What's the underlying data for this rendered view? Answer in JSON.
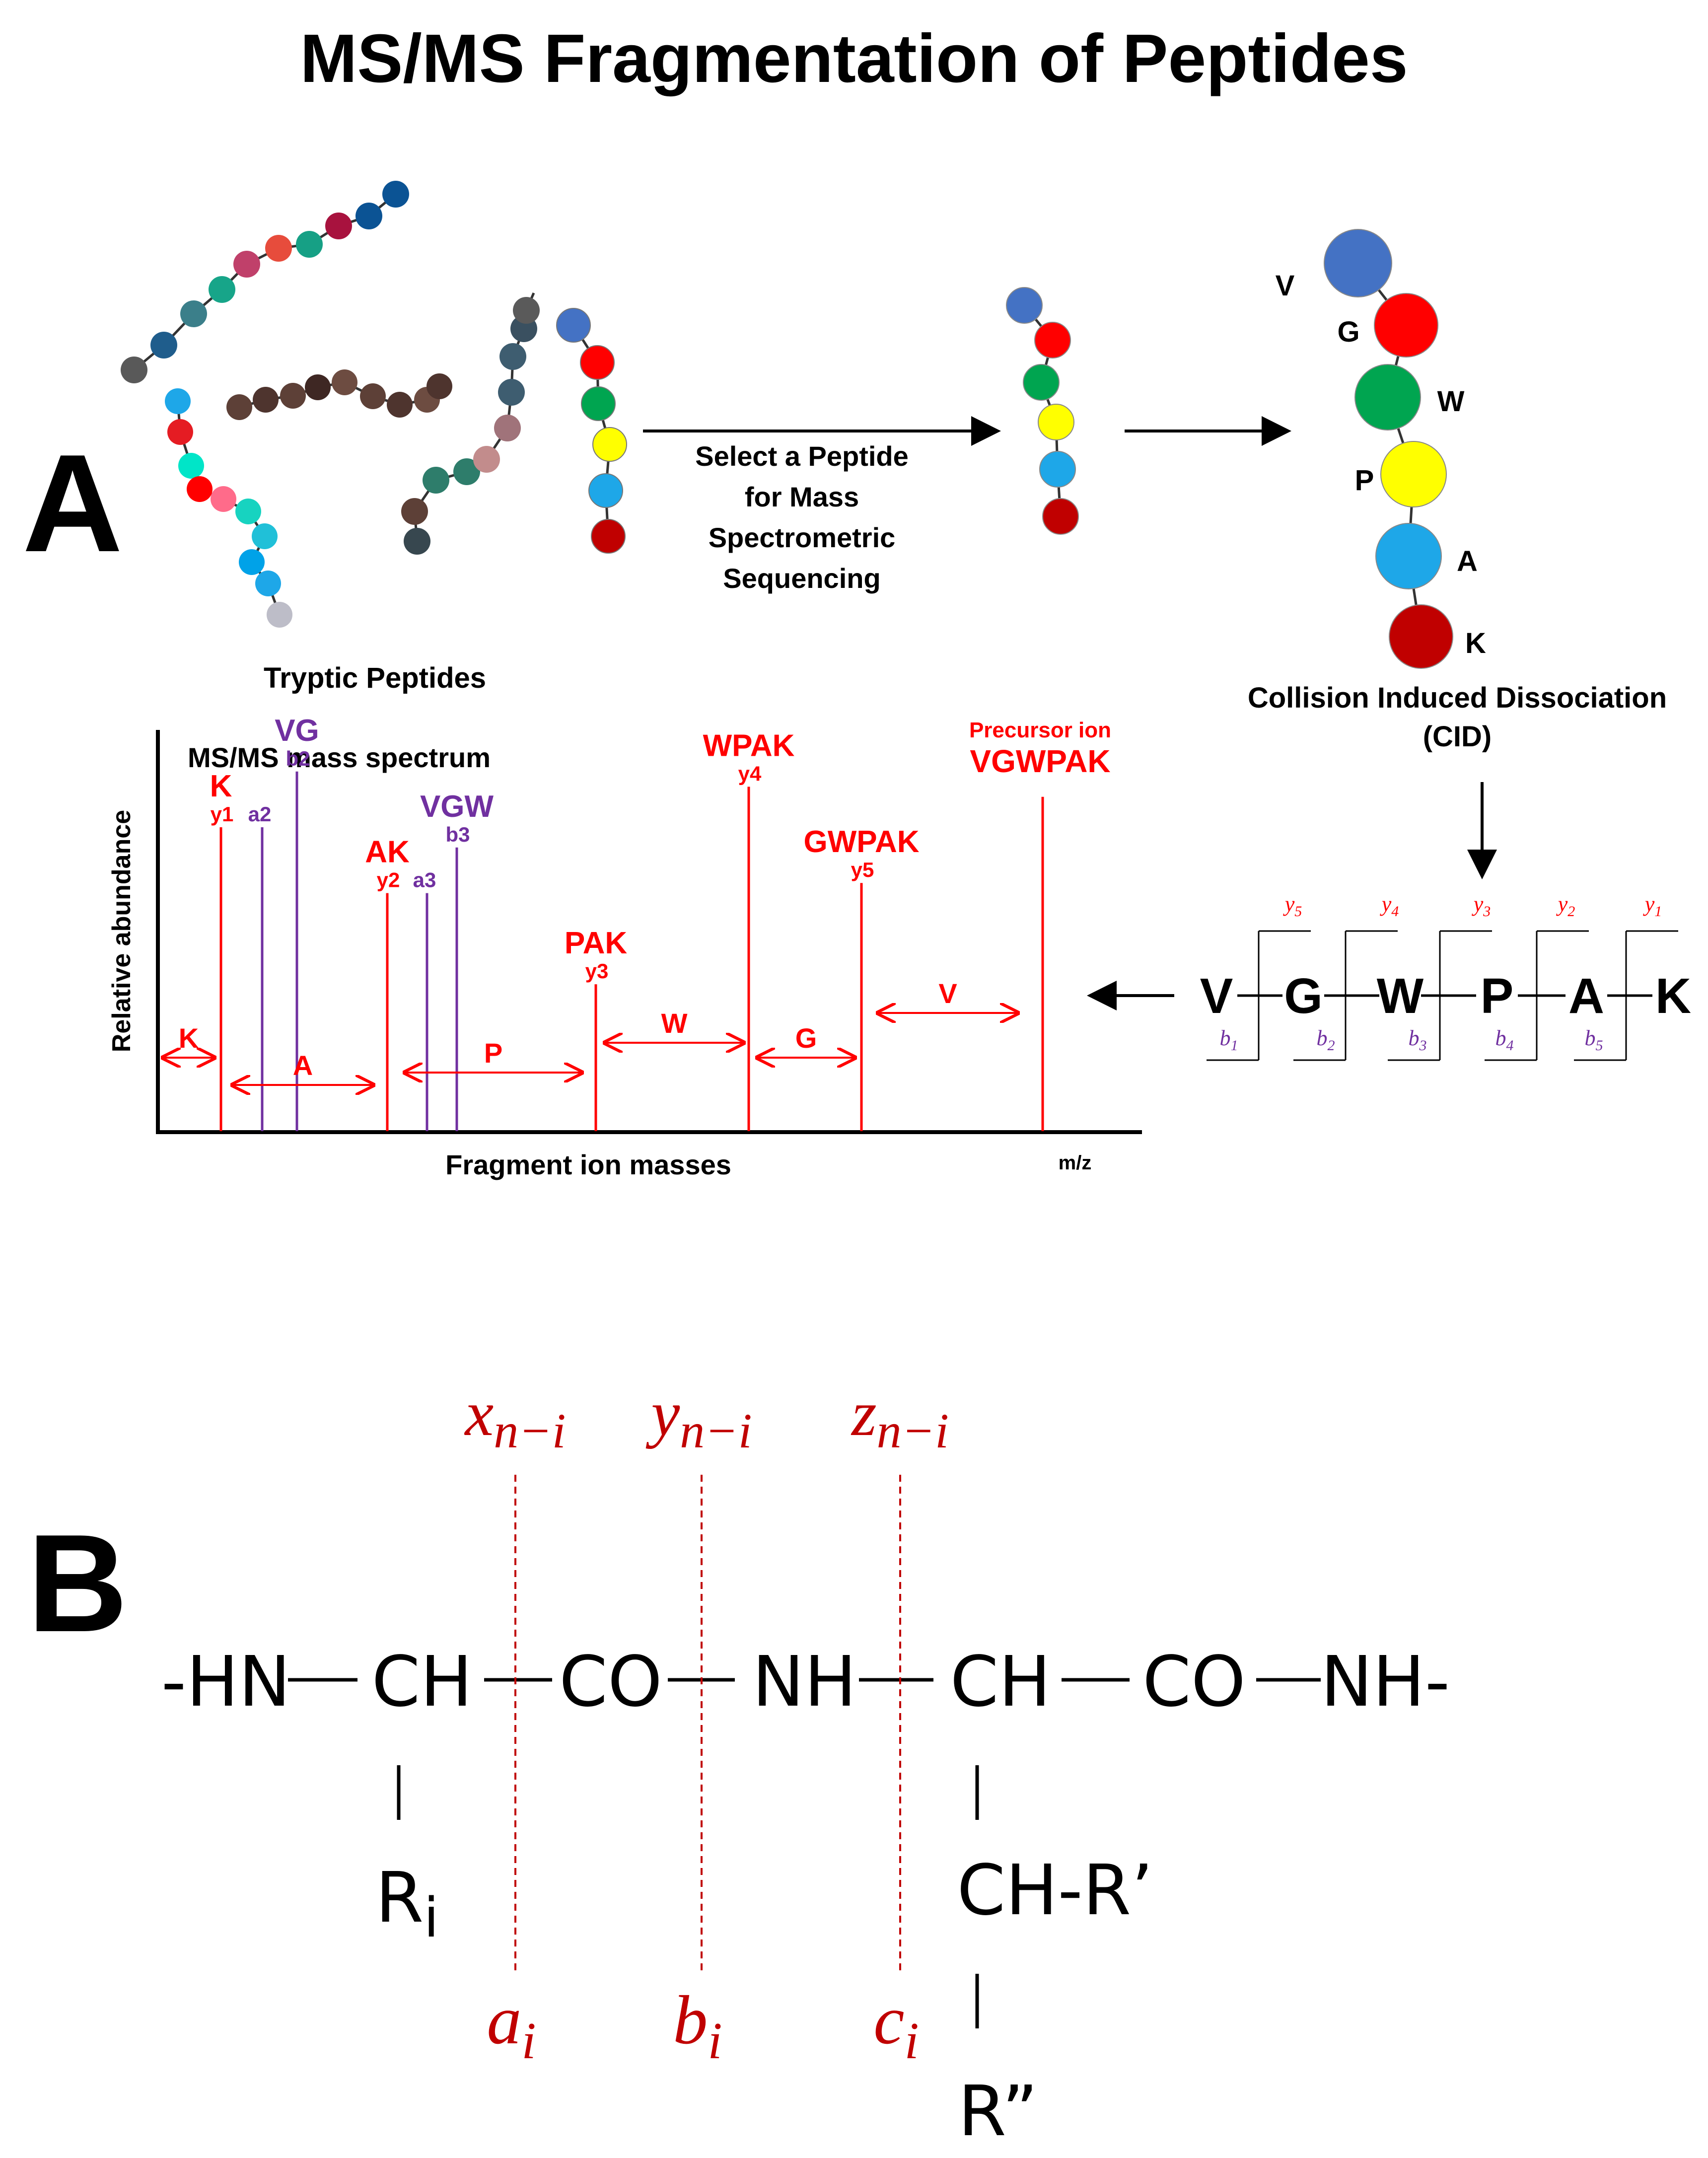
{
  "title": "MS/MS Fragmentation of Peptides",
  "colors": {
    "red_text": "#ff0000",
    "purple_text": "#7030a0",
    "dark_red": "#c00000",
    "spectrum_red": "#ff0000",
    "spectrum_purple": "#7030a0",
    "black": "#000000"
  },
  "panel_a": {
    "label": "A",
    "tryptic_label": "Tryptic Peptides",
    "select_label_lines": [
      "Select a Peptide",
      "for Mass",
      "Spectrometric",
      "Sequencing"
    ],
    "cid_label_lines": [
      "Collision Induced Dissociation",
      "(CID)"
    ],
    "cid_residues": [
      {
        "letter": "V",
        "color": "#4472c4"
      },
      {
        "letter": "G",
        "color": "#ff0000"
      },
      {
        "letter": "W",
        "color": "#00a550"
      },
      {
        "letter": "P",
        "color": "#ffff00"
      },
      {
        "letter": "A",
        "color": "#1ea7e8"
      },
      {
        "letter": "K",
        "color": "#c00000"
      }
    ],
    "selected_colors": [
      "#4472c4",
      "#ff0000",
      "#00a550",
      "#ffff00",
      "#1ea7e8",
      "#c00000"
    ],
    "sequence": [
      "V",
      "G",
      "W",
      "P",
      "A",
      "K"
    ],
    "y_ions": [
      "y5",
      "y4",
      "y3",
      "y2",
      "y1"
    ],
    "b_ions": [
      "b1",
      "b2",
      "b3",
      "b4",
      "b5"
    ],
    "spectrum": {
      "title": "MS/MS mass spectrum",
      "ylabel": "Relative abundance",
      "xlabel": "Fragment ion masses",
      "xunit": "m/z",
      "peaks": [
        {
          "ion": "y1",
          "fragment": "K",
          "relative_height": 0.6,
          "color": "red"
        },
        {
          "ion": "a2",
          "fragment": "",
          "relative_height": 0.6,
          "color": "purple"
        },
        {
          "ion": "b2",
          "fragment": "VG",
          "relative_height": 0.71,
          "color": "purple"
        },
        {
          "ion": "y2",
          "fragment": "AK",
          "relative_height": 0.47,
          "color": "red"
        },
        {
          "ion": "a3",
          "fragment": "",
          "relative_height": 0.47,
          "color": "purple"
        },
        {
          "ion": "b3",
          "fragment": "VGW",
          "relative_height": 0.56,
          "color": "purple"
        },
        {
          "ion": "y3",
          "fragment": "PAK",
          "relative_height": 0.29,
          "color": "red"
        },
        {
          "ion": "y4",
          "fragment": "WPAK",
          "relative_height": 0.68,
          "color": "red"
        },
        {
          "ion": "y5",
          "fragment": "GWPAK",
          "relative_height": 0.49,
          "color": "red"
        },
        {
          "ion": "Precursor ion",
          "fragment": "VGWPAK",
          "relative_height": 0.66,
          "color": "red"
        }
      ],
      "mass_differences": [
        "K",
        "A",
        "P",
        "W",
        "G",
        "V"
      ]
    }
  },
  "panel_b": {
    "label": "B",
    "backbone": [
      "-HN",
      "CH",
      "CO",
      "NH",
      "CH",
      "CO",
      "NH-"
    ],
    "side_chain_1": "R",
    "side_chain_1_sub": "i",
    "side_chain_2": "CH-R’",
    "side_chain_3": "R”",
    "top_ions": [
      {
        "base": "x",
        "sub": "n−i"
      },
      {
        "base": "y",
        "sub": "n−i"
      },
      {
        "base": "z",
        "sub": "n−i"
      }
    ],
    "bottom_ions": [
      {
        "base": "a",
        "sub": "i"
      },
      {
        "base": "b",
        "sub": "i"
      },
      {
        "base": "c",
        "sub": "i"
      }
    ]
  }
}
